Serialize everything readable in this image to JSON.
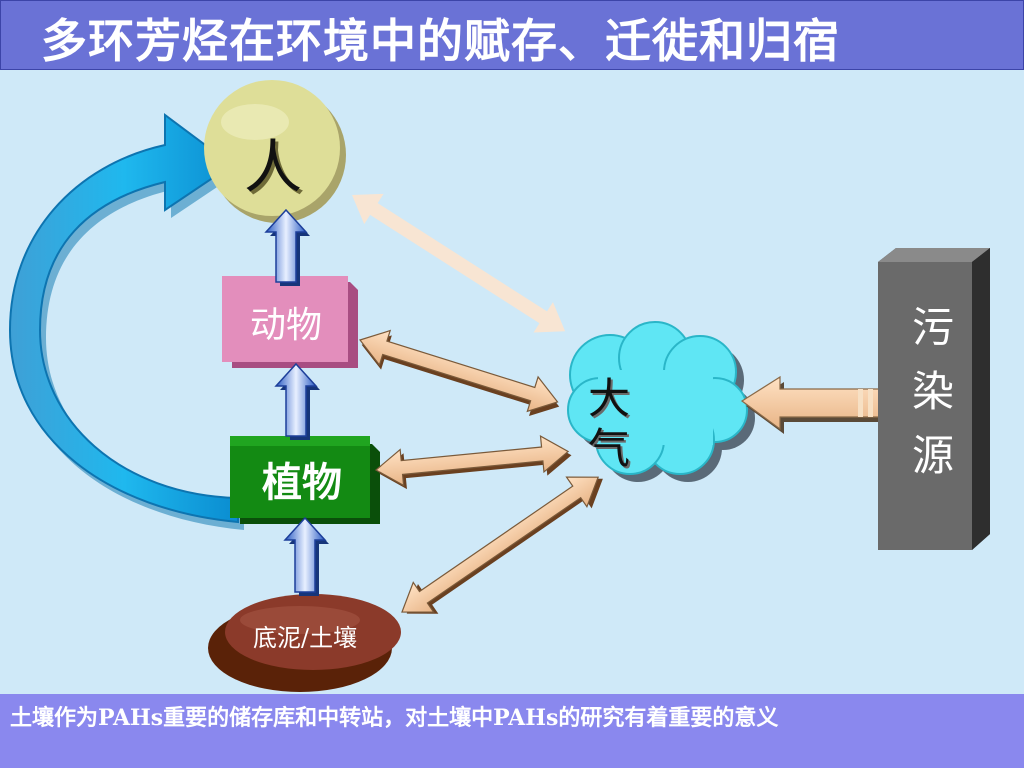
{
  "header": {
    "title": "多环芳烃在环境中的赋存、迁徙和归宿"
  },
  "nodes": {
    "human": "人",
    "animal": "动物",
    "plant": "植物",
    "soil": "底泥/土壤",
    "air": "大气",
    "pollution_source": "污染源"
  },
  "footer": {
    "text": "土壤作为PAHs重要的储存库和中转站，对土壤中PAHs的研究有着重要的意义"
  },
  "colors": {
    "title_bg": "#6a72d6",
    "footer_bg": "#8a88ee",
    "background": "#cfe9f8",
    "human_node": "#dede98",
    "animal_node": "#e38ebc",
    "plant_node": "#138a13",
    "soil_node": "#8b3a2a",
    "air_cloud": "#5fe6f4",
    "source_block": "#6a6a6a"
  }
}
